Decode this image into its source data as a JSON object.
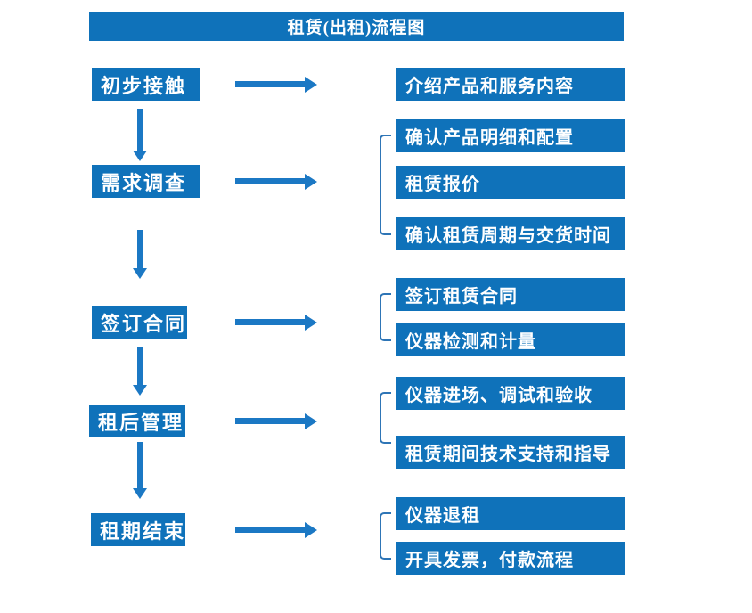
{
  "header": {
    "title": "租赁(出租)流程图"
  },
  "flow": {
    "steps": [
      {
        "label": "初步接触",
        "details": [
          "介绍产品和服务内容"
        ]
      },
      {
        "label": "需求调查",
        "details": [
          "确认产品明细和配置",
          "租赁报价",
          "确认租赁周期与交货时间"
        ]
      },
      {
        "label": "签订合同",
        "details": [
          "签订租赁合同",
          "仪器检测和计量"
        ]
      },
      {
        "label": "租后管理",
        "details": [
          "仪器进场、调试和验收",
          "租赁期间技术支持和指导"
        ]
      },
      {
        "label": "租期结束",
        "details": [
          "仪器退租",
          "开具发票，付款流程"
        ]
      }
    ]
  },
  "colors": {
    "box_blue": "#0F72BA",
    "arrow_blue": "#1B78C4",
    "bracket_blue": "#2E75B6",
    "text_white": "#FFFFFF",
    "background": "#FFFFFF"
  }
}
